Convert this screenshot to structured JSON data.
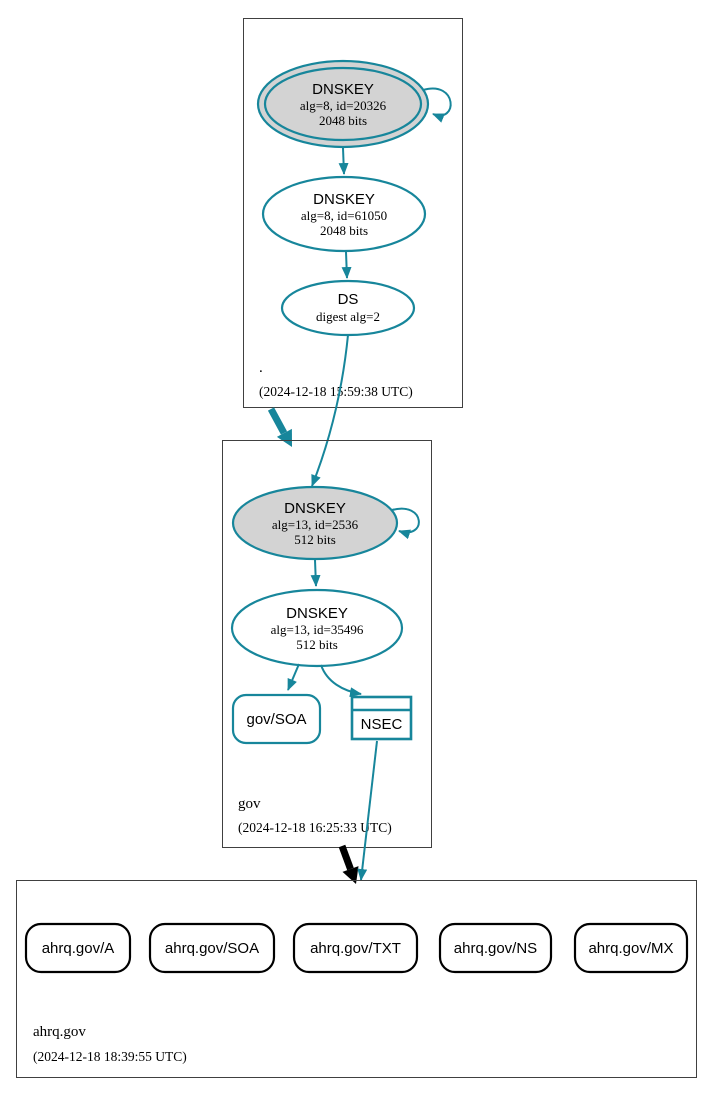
{
  "colors": {
    "edge_secure_teal": "#17869b",
    "ksk_fill_gray": "#d3d3d3",
    "zone_box_border": "#404040",
    "insecure_delegation_black": "#000000",
    "text": "#000000"
  },
  "zones": [
    {
      "label": ".",
      "timestamp": "(2024-12-18 15:59:38 UTC)",
      "ksk": {
        "title": "DNSKEY",
        "line1": "alg=8, id=20326",
        "line2": "2048 bits"
      },
      "zsk": {
        "title": "DNSKEY",
        "line1": "alg=8, id=61050",
        "line2": "2048 bits"
      },
      "ds": {
        "title": "DS",
        "line1": "digest alg=2"
      }
    },
    {
      "label": "gov",
      "timestamp": "(2024-12-18 16:25:33 UTC)",
      "ksk": {
        "title": "DNSKEY",
        "line1": "alg=13, id=2536",
        "line2": "512 bits"
      },
      "zsk": {
        "title": "DNSKEY",
        "line1": "alg=13, id=35496",
        "line2": "512 bits"
      },
      "soa": {
        "title": "gov/SOA"
      },
      "nsec": {
        "title": "NSEC"
      }
    },
    {
      "label": "ahrq.gov",
      "timestamp": "(2024-12-18 18:39:55 UTC)",
      "rrsets": [
        {
          "label": "ahrq.gov/A"
        },
        {
          "label": "ahrq.gov/SOA"
        },
        {
          "label": "ahrq.gov/TXT"
        },
        {
          "label": "ahrq.gov/NS"
        },
        {
          "label": "ahrq.gov/MX"
        }
      ]
    }
  ]
}
